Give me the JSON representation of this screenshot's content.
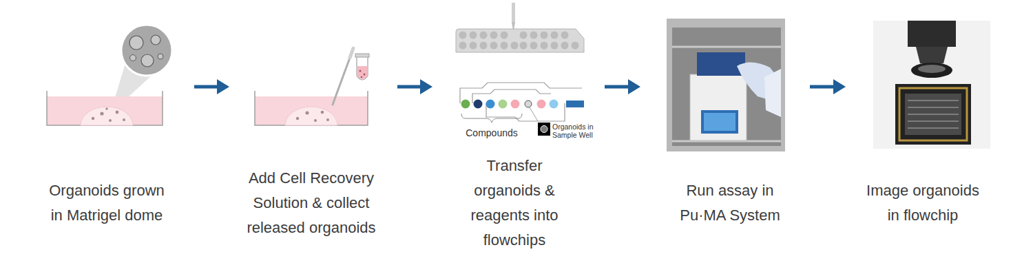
{
  "diagram": {
    "nodes": [
      {
        "text": [
          "Organoids grown in Matrigel dome"
        ]
      },
      {
        "text": [
          "Add Cell Recovery Solution & collect released organoids"
        ]
      },
      {
        "text": [
          "Transfer organoids & reagents into flowchips"
        ]
      },
      {
        "text": [
          "Run assay in Pu·MA System"
        ]
      },
      {
        "text": [
          "Image organoids in flowchip"
        ]
      }
    ],
    "edges": [
      {
        "from": 0,
        "to": 1,
        "arrow": "to"
      },
      {
        "from": 1,
        "to": 2,
        "arrow": "to"
      },
      {
        "from": 2,
        "to": 3,
        "arrow": "to"
      },
      {
        "from": 3,
        "to": 4,
        "arrow": "to"
      }
    ],
    "labels": [
      "Compounds",
      "Organoids in Sample Well"
    ]
  }
}
